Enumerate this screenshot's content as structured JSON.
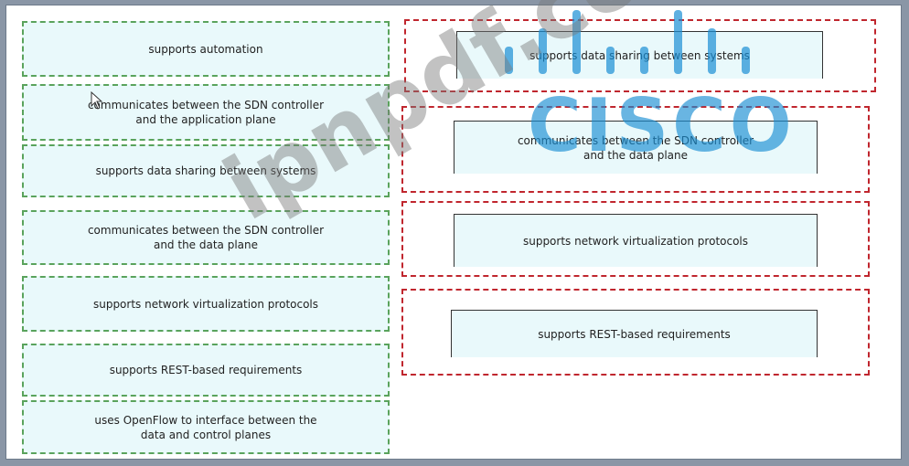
{
  "items": [
    {
      "label": "supports automation"
    },
    {
      "label": "communicates between the SDN controller\nand the application plane"
    },
    {
      "label": "supports data sharing between systems"
    },
    {
      "label": "communicates between the SDN controller\nand the data plane"
    },
    {
      "label": "supports network virtualization protocols"
    },
    {
      "label": "supports REST-based requirements"
    },
    {
      "label": "uses OpenFlow to interface between the\ndata and control planes"
    }
  ],
  "targets": [
    {
      "label": "supports data sharing between systems"
    },
    {
      "label": "communicates between the SDN controller\nand the data plane"
    },
    {
      "label": "supports network virtualization protocols"
    },
    {
      "label": "supports REST-based requirements"
    }
  ],
  "watermark": {
    "site": "ipnpdf.com",
    "logo": "CISCO"
  },
  "colors": {
    "item_border": "#5aa35c",
    "target_border": "#c0262e",
    "item_fill": "#e9f9fb",
    "logo": "#1a8fd4"
  }
}
